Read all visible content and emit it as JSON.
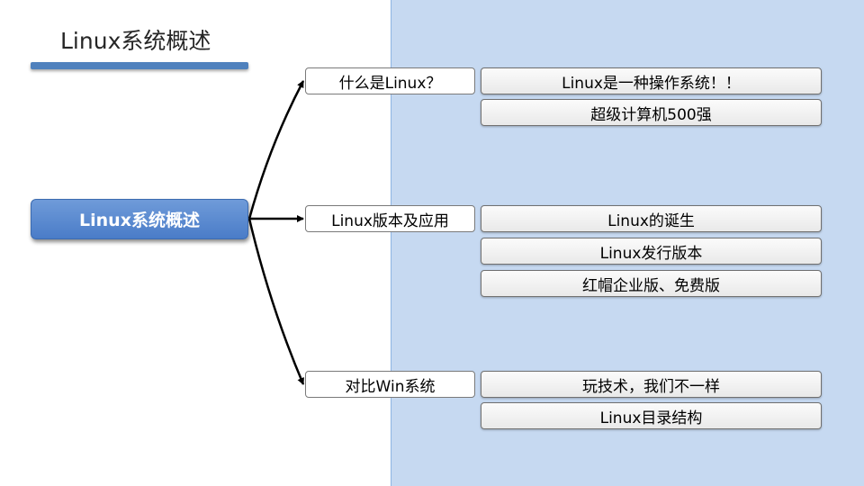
{
  "title": "Linux系统概述",
  "colors": {
    "panel_background": "#c6d9f1",
    "accent_blue": "#4f81bd",
    "root_fill": "#5b8bd4"
  },
  "root": {
    "label": "Linux系统概述"
  },
  "branches": [
    {
      "label": "什么是Linux？",
      "items": [
        "Linux是一种操作系统！！",
        "超级计算机500强"
      ]
    },
    {
      "label": "Linux版本及应用",
      "items": [
        "Linux的诞生",
        "Linux发行版本",
        "红帽企业版、免费版"
      ]
    },
    {
      "label": "对比Win系统",
      "items": [
        "玩技术，我们不一样",
        "Linux目录结构"
      ]
    }
  ]
}
